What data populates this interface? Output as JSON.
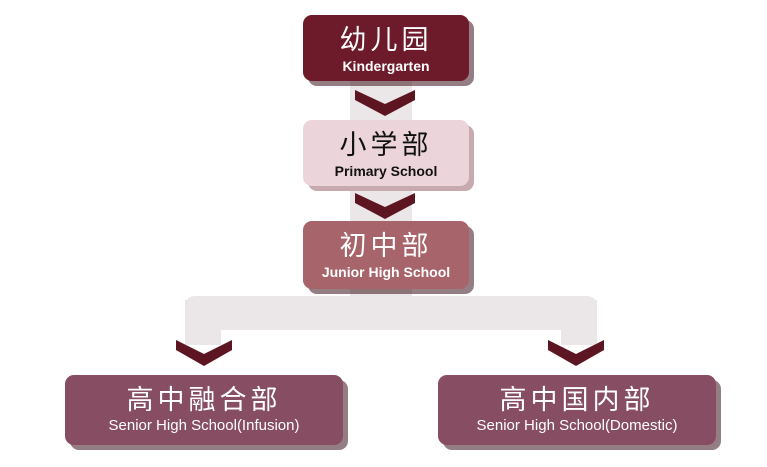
{
  "levels": [
    {
      "zh": "幼儿园",
      "en": "Kindergarten"
    },
    {
      "zh": "小学部",
      "en": "Primary School"
    },
    {
      "zh": "初中部",
      "en": "Junior High School"
    },
    {
      "zh": "高中融合部",
      "en": "Senior High School(Infusion)"
    },
    {
      "zh": "高中国内部",
      "en": "Senior High School(Domestic)"
    }
  ],
  "colors": {
    "kindergarten": "#6d1a2b",
    "primary": "#ecd5da",
    "junior": "#a8646b",
    "senior": "#874d63",
    "chevron": "#5e1522",
    "connector": "#ebe6e7"
  }
}
